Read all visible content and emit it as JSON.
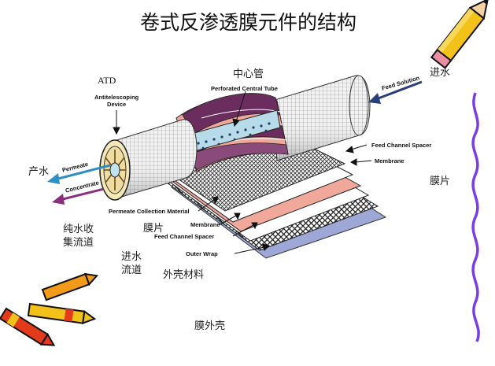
{
  "title": "卷式反渗透膜元件的结构",
  "labels": {
    "center_tube_zh": "中心管",
    "feed_in_zh": "进水",
    "atd": "ATD",
    "antitelescoping_device": [
      "Antitelescoping",
      "Device"
    ],
    "perforated_central_tube": "Perforated Central Tube",
    "feed_solution": "Feed Solution",
    "feed_channel_spacer_top": "Feed Channel Spacer",
    "membrane_top": "Membrane",
    "permeate_out_zh": "产水",
    "permeate": "Permeate",
    "concentrate": "Concentrate",
    "membrane_sheet_right_zh": "膜片",
    "permeate_collection_material": "Permeate Collection Material",
    "membrane_sheet_zh": "膜片",
    "membrane_bottom": "Membrane",
    "permeate_channel_zh": [
      "纯水收",
      "集流道"
    ],
    "feed_channel_spacer_bottom": "Feed Channel Spacer",
    "feed_channel_zh": [
      "进水",
      "流道"
    ],
    "outer_wrap": "Outer Wrap",
    "housing_material_zh": "外壳材料",
    "membrane_shell_zh": "膜外壳"
  },
  "colors": {
    "permeate_arrow": "#2e8fc2",
    "concentrate_arrow": "#8a2f7e",
    "feed_arrow": "#2a3f7a",
    "membrane_pink": "#f0a89a",
    "outer_wrap_blue": "#9ea8d6",
    "tube_purple": "#6b2c5e",
    "border_wave": "#7b3fe0",
    "pencil_yellow": "#f2c21a"
  },
  "icons": [
    "pencil-icon",
    "crayon-icon"
  ]
}
